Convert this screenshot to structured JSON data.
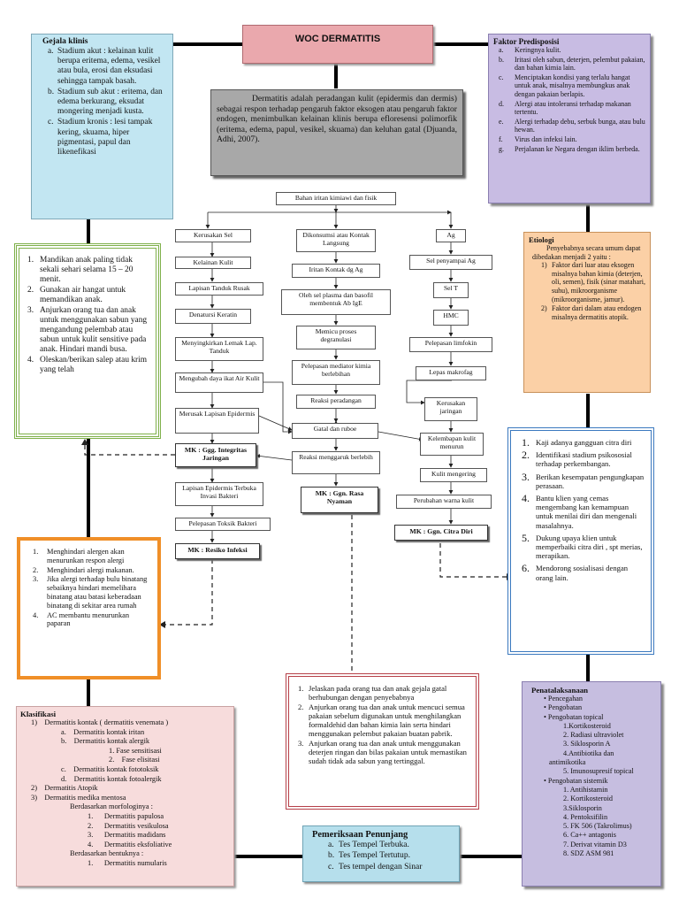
{
  "title": "WOC DERMATITIS",
  "definition": "Dermatitis adalah peradangan kulit (epidermis dan dermis) sebagai respon terhadap pengaruh faktor eksogen atau pengaruh faktor endogen, menimbulkan kelainan klinis berupa efloresensi polimorfik (eritema, edema, papul, vesikel, skuama) dan keluhan gatal (Djuanda, Adhi, 2007).",
  "gejala": {
    "title": "Gejala klinis",
    "items": [
      {
        "marker": "a.",
        "text": "Stadium akut : kelainan kulit berupa eritema, edema, vesikel atau bula, erosi dan eksudasi sehingga tampak basah."
      },
      {
        "marker": "b.",
        "text": "Stadium sub akut : eritema, dan edema berkurang, eksudat mongering menjadi kusta."
      },
      {
        "marker": "c.",
        "text": "Stadium kronis : lesi tampak kering, skuama, hiper pigmentasi, papul dan likenefikasi"
      }
    ]
  },
  "faktor": {
    "title": "Faktor Predisposisi",
    "items": [
      {
        "marker": "a.",
        "text": "Keringnya kulit."
      },
      {
        "marker": "b.",
        "text": "Iritasi oleh sabun, deterjen, pelembut pakaian, dan bahan kimia lain."
      },
      {
        "marker": "c.",
        "text": "Menciptakan kondisi yang terlalu hangat untuk anak, misalnya membungkus anak dengan pakaian berlapis."
      },
      {
        "marker": "d.",
        "text": "Alergi atau intoleransi terhadap makanan tertentu."
      },
      {
        "marker": "e.",
        "text": "Alergi terhadap debu, serbuk bunga, atau bulu hewan."
      },
      {
        "marker": "f.",
        "text": "Virus dan infeksi lain."
      },
      {
        "marker": "g.",
        "text": "Perjalanan ke Negara dengan iklim berbeda."
      }
    ]
  },
  "etiologi": {
    "title": "Etiologi",
    "intro": "Penyebabnya secara umum dapat dibedakan menjadi 2 yaitu :",
    "items": [
      {
        "marker": "1)",
        "text": "Faktor dari luar atau eksogen misalnya bahan kimia (deterjen, oli, semen), fisik (sinar matahari, suhu), mikroorganisme (mikroorganisme, jamur)."
      },
      {
        "marker": "2)",
        "text": "Faktor dari dalam atau endogen misalnya dermatitis atopik."
      }
    ]
  },
  "green": {
    "items": [
      {
        "marker": "1.",
        "text": "Mandikan anak paling tidak sekali sehari selama 15 – 20 menit."
      },
      {
        "marker": "2.",
        "text": "Gunakan air hangat untuk memandikan anak."
      },
      {
        "marker": "3.",
        "text": "Anjurkan orang tua dan anak untuk menggunakan sabun yang mengandung pelembab atau sabun untuk kulit sensitive pada anak. Hindari mandi busa."
      },
      {
        "marker": "4.",
        "text": "Oleskan/berikan salep atau krim yang telah"
      }
    ]
  },
  "orange": {
    "items": [
      {
        "marker": "1.",
        "text": "Menghindari alergen akan menurunkan respon alergi"
      },
      {
        "marker": "2.",
        "text": "Menghindari alergi makanan."
      },
      {
        "marker": "3.",
        "text": "Jika alergi terhadap bulu binatang sebaiknya hindari memelihara binatang atau batasi keberadaan binatang di sekitar area rumah"
      },
      {
        "marker": "4.",
        "text": "AC membantu menurunkan paparan"
      }
    ]
  },
  "blue": {
    "items": [
      {
        "marker": "1.",
        "text": "Kaji adanya gangguan citra diri"
      },
      {
        "marker": "2.",
        "text": "Identifikasi stadium psikososial terhadap perkembangan."
      },
      {
        "marker": "3.",
        "text": "Berikan kesempatan pengungkapan perasaan."
      },
      {
        "marker": "4.",
        "text": "Bantu klien yang cemas mengembang kan kemampuan untuk menilai diri dan mengenali masalahnya."
      },
      {
        "marker": "5.",
        "text": "Dukung upaya klien untuk memperbaiki citra diri , spt merias, merapikan."
      },
      {
        "marker": "6.",
        "text": "Mendorong sosialisasi dengan orang lain."
      }
    ]
  },
  "red": {
    "items": [
      {
        "marker": "1.",
        "text": "Jelaskan pada orang tua dan anak gejala gatal berhubungan dengan penyebabnya"
      },
      {
        "marker": "2.",
        "text": "Anjurkan orang tua dan anak untuk mencuci semua pakaian sebelum digunakan untuk menghilangkan formaldehid dan bahan kimia lain serta hindari menggunakan pelembut pakaian buatan pabrik."
      },
      {
        "marker": "3.",
        "text": "Anjurkan orang tua dan anak untuk menggunakan deterjen ringan dan bilas pakaian untuk memastikan sudah tidak ada sabun yang tertinggal."
      }
    ]
  },
  "klasifikasi": {
    "title": "Klasifikasi",
    "lines": [
      {
        "indent": 12,
        "text": "1)    Dermatitis kontak ( dermatitis venemata )"
      },
      {
        "indent": 46,
        "text": "a.    Dermatitis kontak iritan"
      },
      {
        "indent": 46,
        "text": "b.    Dermatitis kontak alergik"
      },
      {
        "indent": 100,
        "text": "1. Fase sensitisasi"
      },
      {
        "indent": 100,
        "text": "2.    Fase elisitasi"
      },
      {
        "indent": 46,
        "text": "c.    Dermatitis kontak fototoksik"
      },
      {
        "indent": 46,
        "text": "d.    Dermatitis kontak fotoalergik"
      },
      {
        "indent": 12,
        "text": "2)    Dermatitis Atopik"
      },
      {
        "indent": 12,
        "text": "3)    Dermatitis medika mentosa"
      },
      {
        "indent": 56,
        "text": "Berdasarkan morfologinya :"
      },
      {
        "indent": 76,
        "text": "1.      Dermatitis papulosa"
      },
      {
        "indent": 76,
        "text": "2.      Dermatitis vesikulosa"
      },
      {
        "indent": 76,
        "text": "3.      Dermatitis madidans"
      },
      {
        "indent": 76,
        "text": "4.      Dermatitis eksfoliative"
      },
      {
        "indent": 56,
        "text": "Berdasarkan bentuknya :"
      },
      {
        "indent": 76,
        "text": "1.      Dermatitis numularis"
      }
    ]
  },
  "pemeriksaan": {
    "title": "Pemeriksaan Penunjang",
    "items": [
      {
        "marker": "a.",
        "text": "Tes Tempel Terbuka."
      },
      {
        "marker": "b.",
        "text": "Tes Tempel Tertutup."
      },
      {
        "marker": "c.",
        "text": "Tes tempel dengan Sinar"
      }
    ]
  },
  "penatalaksanaan": {
    "title": "Penatalaksanaan",
    "lines": [
      {
        "indent": 20,
        "text": "• Pencegahan"
      },
      {
        "indent": 20,
        "text": "• Pengobatan"
      },
      {
        "indent": 20,
        "text": "• Pengobatan topical"
      },
      {
        "indent": 42,
        "text": "1.Kortikosteroid"
      },
      {
        "indent": 42,
        "text": "2. Radiasi ultraviolet"
      },
      {
        "indent": 42,
        "text": "3. Siklosporin A"
      },
      {
        "indent": 42,
        "text": "4.Antibiotika dan"
      },
      {
        "indent": 26,
        "text": "antimikotika"
      },
      {
        "indent": 42,
        "text": "5. Imunosupresif topical"
      },
      {
        "indent": 20,
        "text": "• Pengobatan sistemik"
      },
      {
        "indent": 42,
        "text": "1. Antihistamin"
      },
      {
        "indent": 42,
        "text": "2. Kortikosteroid"
      },
      {
        "indent": 42,
        "text": "3.Siklosporin"
      },
      {
        "indent": 42,
        "text": "4. Pentoksifilin"
      },
      {
        "indent": 42,
        "text": "5. FK 506 (Takrolimus)"
      },
      {
        "indent": 42,
        "text": "6. Ca++ antagonis"
      },
      {
        "indent": 42,
        "text": "7. Derivat vitamin D3"
      },
      {
        "indent": 42,
        "text": "8. SDZ ASM 981"
      }
    ]
  },
  "flow": {
    "root": "Bahan iritan kimiawi dan fisik",
    "left": [
      "Kerusakan Sel",
      "Kelainan Kulit",
      "Lapisan Tanduk Rusak",
      "Denatursi Keratin",
      "Menyingkirkan Lemak Lap. Tanduk",
      "Mengubah daya ikat Air Kulit",
      "Merusak Lapisan Epidermis",
      "Lapisan Epidermis Terbuka Invasi Bakteri",
      "Pelepasan Toksik Bakteri"
    ],
    "mid": [
      "Dikonsumsi atau Kontak Langsung",
      "Iritan Kontak dg Ag",
      "Oleh sel plasma dan basofil membentuk Ab IgE",
      "Memicu proses degranulasi",
      "Pelepasan mediator kimia berlebihan",
      "Reaksi peradangan"
    ],
    "right": [
      "Ag",
      "Sel penyampai Ag",
      "Sel T",
      "HMC",
      "Pelepasan limfokin",
      "Lepas makrofag",
      "Kerusakan jaringan",
      "Kelembapan kulit menurun",
      "Kulit mengering",
      "Perubahan warna kulit"
    ],
    "center_hub": "Gatal dan ruboe",
    "scratch": "Reaksi menggaruk berlebih",
    "mk_integritas": "MK : Ggg. Integritas Jaringan",
    "mk_infeksi": "MK : Resiko Infeksi",
    "mk_nyaman": "MK : Ggn. Rasa Nyaman",
    "mk_citra": "MK : Ggn. Citra Diri"
  },
  "colors": {
    "title_bg": "#eaa8ad",
    "def_bg": "#a8a8a8",
    "gejala_bg": "#c2e6f2",
    "faktor_bg": "#c8bce3",
    "etiologi_bg": "#fbd0a6",
    "klasifikasi_bg": "#f7dcdc",
    "pemeriksaan_bg": "#b6dfec",
    "penatalaksanaan_bg": "#c6bee0",
    "green": "#7fb04a",
    "orange": "#f08f28",
    "blue": "#3b79bf",
    "red": "#b64048"
  }
}
